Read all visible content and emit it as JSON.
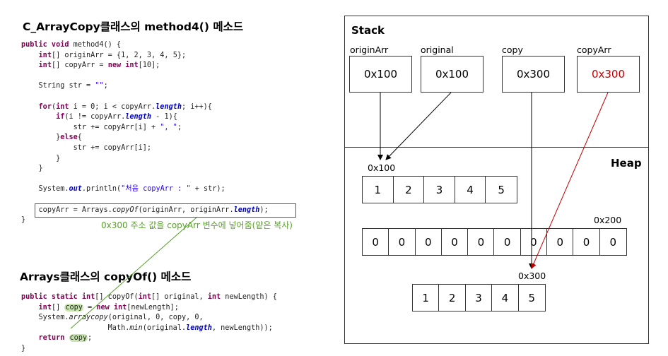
{
  "left": {
    "title1": "C_ArrayCopy클래스의 method4() 메소드",
    "title2": "Arrays클래스의 copyOf() 메소드",
    "annotation": "0x300 주소 값을 copyArr 변수에 넣어줌(얕은 복사)",
    "method4": {
      "l1_kw": "public void",
      "l1_rest": " method4() {",
      "l2_kw": "int",
      "l2_rest": "[] originArr = {1, 2, 3, 4, 5};",
      "l3_kw": "int",
      "l3_mid": "[] copyArr = ",
      "l3_kw2": "new int",
      "l3_rest": "[10];",
      "l4_pre": "String str = ",
      "l4_str": "\"\"",
      "l4_post": ";",
      "l5_kw": "for",
      "l5_paren": "(",
      "l5_kw2": "int",
      "l5_mid": " i = 0; i < copyArr.",
      "l5_fld": "length",
      "l5_rest": "; i++){",
      "l6_kw": "if",
      "l6_mid": "(i != copyArr.",
      "l6_fld": "length",
      "l6_rest": " - 1){",
      "l7_pre": "str += copyArr[i] + ",
      "l7_str": "\", \"",
      "l7_post": ";",
      "l8_pre": "}",
      "l8_kw": "else",
      "l8_post": "{",
      "l9": "str += copyArr[i];",
      "l10": "}",
      "l11": "}",
      "l12_pre": "System.",
      "l12_out": "out",
      "l12_mid": ".println(",
      "l12_str": "\"처음 copyArr : \"",
      "l12_post": " + str);",
      "l13_pre": "copyArr = Arrays.",
      "l13_call": "copyOf",
      "l13_mid": "(originArr, originArr.",
      "l13_fld": "length",
      "l13_post": ");",
      "l14": "}"
    },
    "copyOf": {
      "l1_kw": "public static int",
      "l1_mid": "[] copyOf(",
      "l1_kw2": "int",
      "l1_mid2": "[] original, ",
      "l1_kw3": "int",
      "l1_rest": " newLength) {",
      "l2_kw": "int",
      "l2_mid": "[] ",
      "l2_hl": "copy",
      "l2_mid2": " = ",
      "l2_kw2": "new int",
      "l2_rest": "[newLength];",
      "l3_pre": "System.",
      "l3_call": "arraycopy",
      "l3_rest": "(original, 0, copy, 0,",
      "l4_pre": "Math.",
      "l4_call": "min",
      "l4_rest": "(original.",
      "l4_fld": "length",
      "l4_post": ", newLength));",
      "l5_kw": "return",
      "l5_hl": "copy",
      "l5_post": ";",
      "l6": "}"
    }
  },
  "stack": {
    "title": "Stack",
    "vars": [
      {
        "label": "originArr",
        "value": "0x100",
        "color": "#000000"
      },
      {
        "label": "original",
        "value": "0x100",
        "color": "#000000"
      },
      {
        "label": "copy",
        "value": "0x300",
        "color": "#000000"
      },
      {
        "label": "copyArr",
        "value": "0x300",
        "color": "#c00000"
      }
    ]
  },
  "heap": {
    "title": "Heap",
    "arrays": [
      {
        "address": "0x100",
        "values": [
          "1",
          "2",
          "3",
          "4",
          "5"
        ]
      },
      {
        "address": "0x200",
        "values": [
          "0",
          "0",
          "0",
          "0",
          "0",
          "0",
          "0",
          "0",
          "0",
          "0"
        ]
      },
      {
        "address": "0x300",
        "values": [
          "1",
          "2",
          "3",
          "4",
          "5"
        ]
      }
    ]
  },
  "colors": {
    "annotation": "#5aa02c",
    "highlight": "#c9e6b0",
    "red_arrow": "#c00000"
  }
}
